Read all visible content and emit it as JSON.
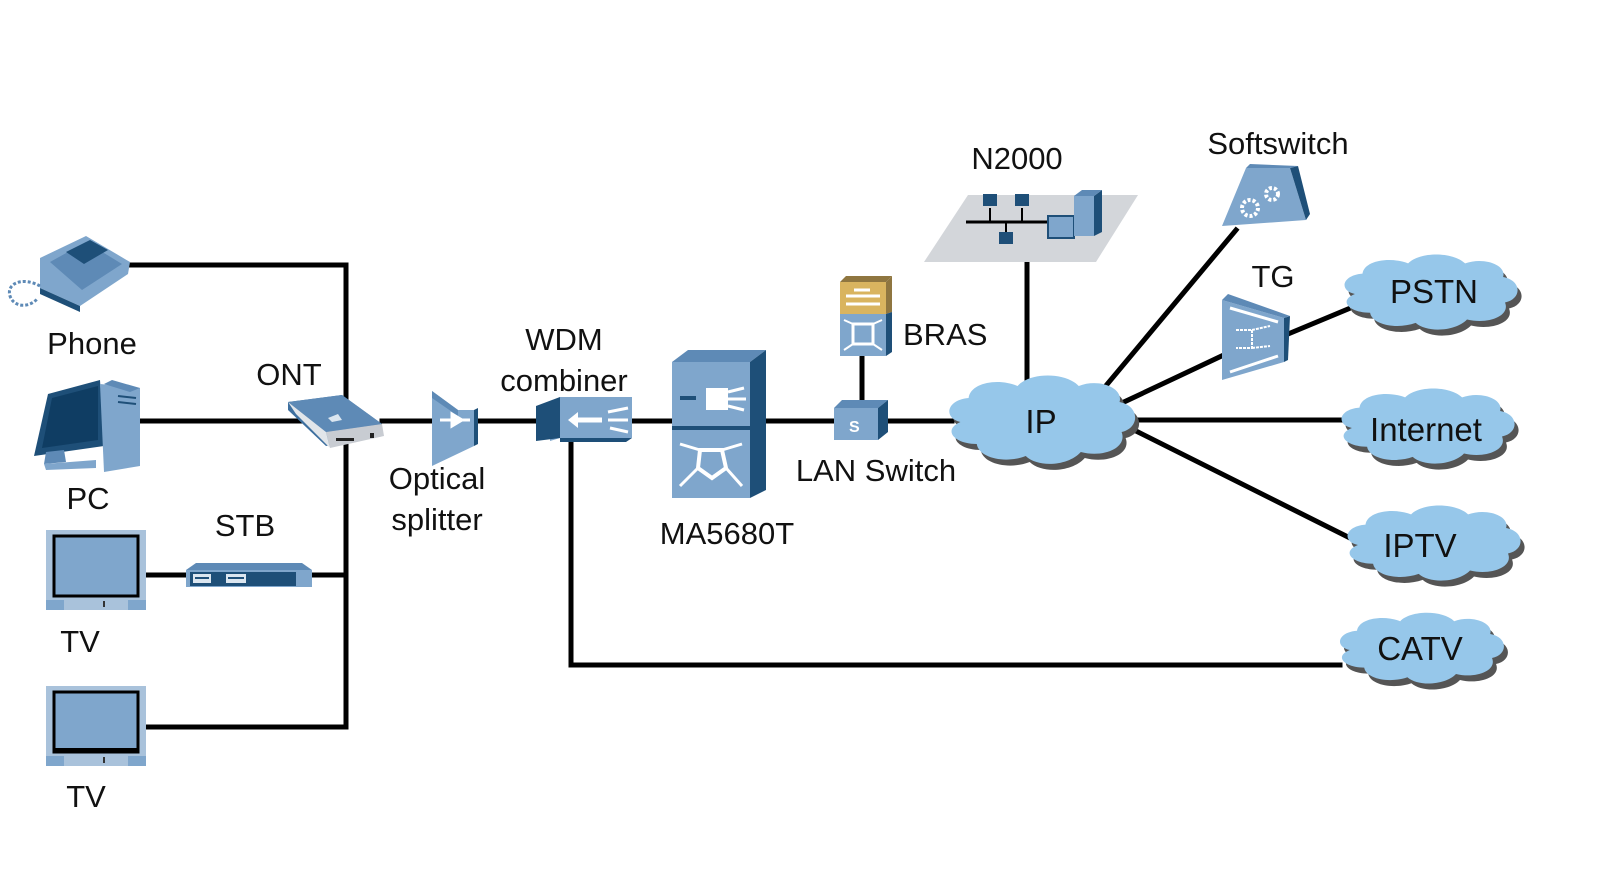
{
  "diagram": {
    "type": "network-topology",
    "colors": {
      "device_light": "#7fa6cc",
      "device_mid": "#5e8ab6",
      "device_dark": "#1e4f78",
      "cloud_fill": "#96c7ea",
      "cloud_shadow": "#555555",
      "bras_top": "#d9b45f",
      "n2000_platform": "#d3d6da",
      "line": "#000000"
    },
    "nodes": {
      "phone": {
        "label": "Phone",
        "icon": "phone-icon"
      },
      "pc": {
        "label": "PC",
        "icon": "pc-icon"
      },
      "tv1": {
        "label": "TV",
        "icon": "tv-icon"
      },
      "tv2": {
        "label": "TV",
        "icon": "tv-icon"
      },
      "stb": {
        "label": "STB",
        "icon": "set-top-box-icon"
      },
      "ont": {
        "label": "ONT",
        "icon": "ont-icon"
      },
      "splitter": {
        "label_line1": "Optical",
        "label_line2": "splitter",
        "icon": "optical-splitter-icon"
      },
      "wdm": {
        "label_line1": "WDM",
        "label_line2": "combiner",
        "icon": "wdm-combiner-icon"
      },
      "olt": {
        "label": "MA5680T",
        "icon": "olt-icon"
      },
      "lan_switch": {
        "label": "LAN Switch",
        "icon": "lan-switch-icon"
      },
      "bras": {
        "label": "BRAS",
        "icon": "bras-icon"
      },
      "n2000": {
        "label": "N2000",
        "icon": "network-management-icon"
      },
      "softswitch": {
        "label": "Softswitch",
        "icon": "softswitch-icon"
      },
      "tg": {
        "label": "TG",
        "icon": "trunk-gateway-icon"
      },
      "ip": {
        "label": "IP",
        "icon": "cloud-icon"
      },
      "pstn": {
        "label": "PSTN",
        "icon": "cloud-icon"
      },
      "internet": {
        "label": "Internet",
        "icon": "cloud-icon"
      },
      "iptv": {
        "label": "IPTV",
        "icon": "cloud-icon"
      },
      "catv": {
        "label": "CATV",
        "icon": "cloud-icon"
      }
    },
    "edges": [
      [
        "phone",
        "ont"
      ],
      [
        "pc",
        "ont"
      ],
      [
        "stb",
        "ont"
      ],
      [
        "tv2",
        "ont"
      ],
      [
        "tv1",
        "stb"
      ],
      [
        "ont",
        "splitter"
      ],
      [
        "splitter",
        "wdm"
      ],
      [
        "wdm",
        "olt"
      ],
      [
        "olt",
        "lan_switch"
      ],
      [
        "lan_switch",
        "bras"
      ],
      [
        "lan_switch",
        "ip"
      ],
      [
        "n2000",
        "ip"
      ],
      [
        "softswitch",
        "ip"
      ],
      [
        "tg",
        "ip"
      ],
      [
        "tg",
        "pstn"
      ],
      [
        "ip",
        "internet"
      ],
      [
        "ip",
        "iptv"
      ],
      [
        "wdm",
        "catv"
      ]
    ]
  }
}
